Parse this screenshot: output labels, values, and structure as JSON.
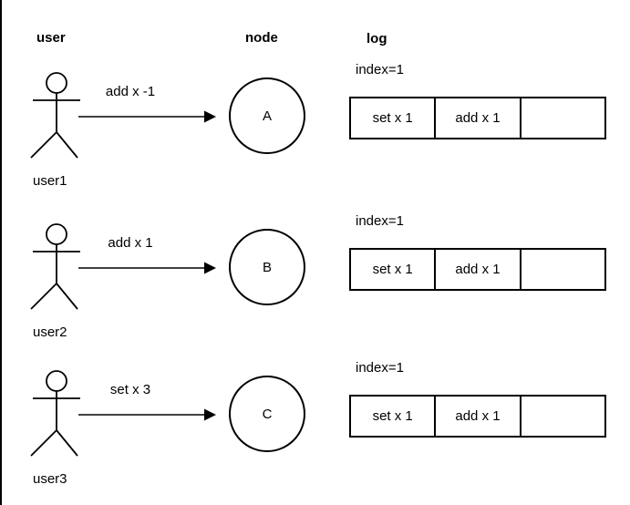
{
  "headers": {
    "user": "user",
    "node": "node",
    "log": "log"
  },
  "rows": [
    {
      "user_label": "user1",
      "message": "add x -1",
      "node_label": "A",
      "index_label": "index=1",
      "cells": [
        "set x 1",
        "add x 1",
        ""
      ]
    },
    {
      "user_label": "user2",
      "message": "add x 1",
      "node_label": "B",
      "index_label": "index=1",
      "cells": [
        "set x 1",
        "add x 1",
        ""
      ]
    },
    {
      "user_label": "user3",
      "message": "set x 3",
      "node_label": "C",
      "index_label": "index=1",
      "cells": [
        "set x 1",
        "add x 1",
        ""
      ]
    }
  ],
  "colors": {
    "line": "#000000",
    "text": "#000000",
    "background": "#ffffff"
  }
}
